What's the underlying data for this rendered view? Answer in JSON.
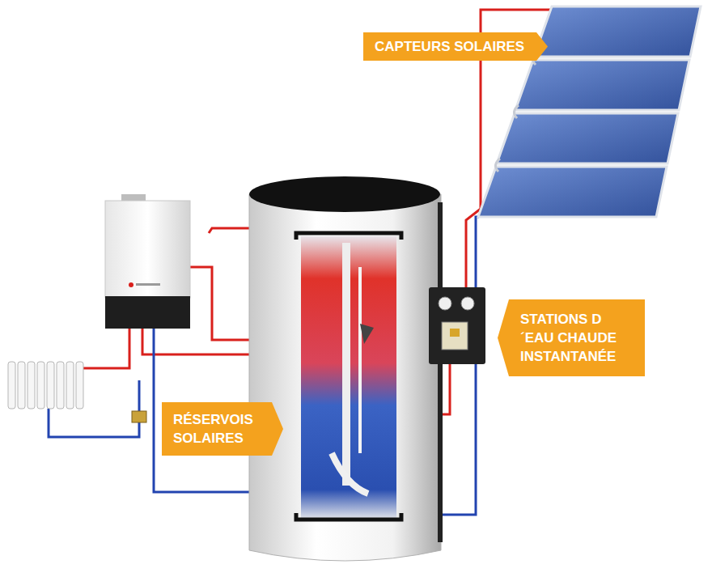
{
  "diagram": {
    "nodes": [
      {
        "text": [
          "CAPTEURS SOLAIRES"
        ]
      },
      {
        "text": [
          "STATIONS D´EAU CHAUDE INSTANTANÉE"
        ]
      },
      {
        "text": [
          "RÉSERVOIS SOLAIRES"
        ]
      }
    ]
  }
}
